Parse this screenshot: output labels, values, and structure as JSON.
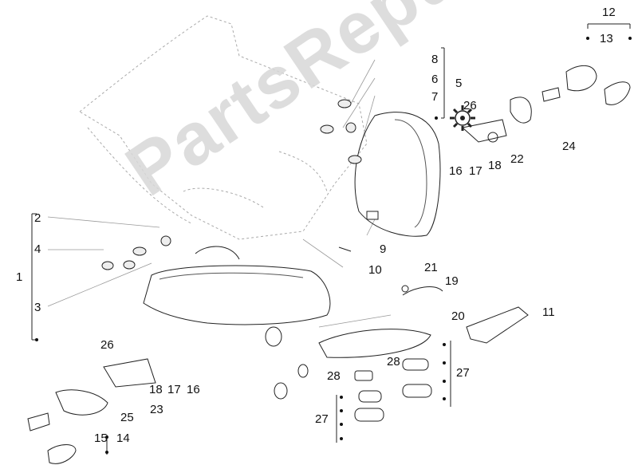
{
  "diagram": {
    "labels": {
      "l1": "1",
      "l2": "2",
      "l3": "3",
      "l4": "4",
      "l5": "5",
      "l6": "6",
      "l7": "7",
      "l8": "8",
      "l9": "9",
      "l10": "10",
      "l11": "11",
      "l12": "12",
      "l13": "13",
      "l14": "14",
      "l15": "15",
      "l16a": "16",
      "l17a": "17",
      "l18a": "18",
      "l16b": "16",
      "l17b": "17",
      "l18b": "18",
      "l19": "19",
      "l20": "20",
      "l21": "21",
      "l22": "22",
      "l23": "23",
      "l24": "24",
      "l25": "25",
      "l26a": "26",
      "l26b": "26",
      "l27a": "27",
      "l27b": "27",
      "l28a": "28",
      "l28b": "28"
    },
    "watermark": "PartsRepublik"
  }
}
